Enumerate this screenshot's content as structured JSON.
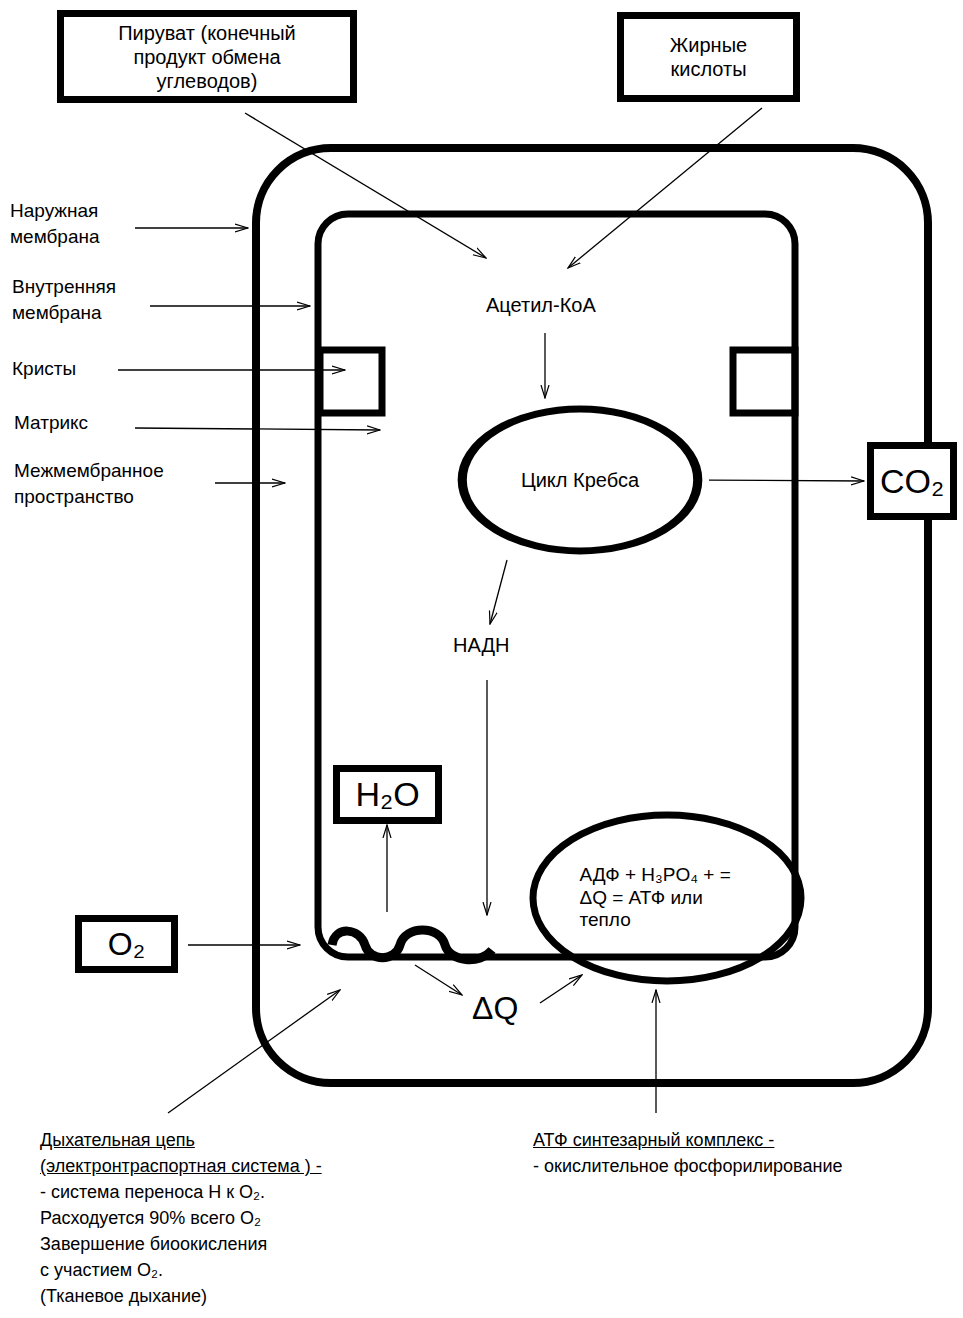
{
  "diagram": {
    "nodes": [
      {
        "text": [
          "Пируват (конечный продукт обмена углеводов)"
        ]
      },
      {
        "text": [
          "Жирные кислоты"
        ]
      },
      {
        "text": [
          "Цикл Кребса"
        ]
      },
      {
        "text": [
          "CO₂"
        ]
      },
      {
        "text": [
          "H₂O"
        ]
      },
      {
        "text": [
          "O₂"
        ]
      },
      {
        "text": [
          "АДФ + H₃PO₄ + = ΔQ = АТФ или тепло"
        ]
      }
    ],
    "edges": [
      {
        "from": 2,
        "to": 3,
        "arrow": "to"
      }
    ],
    "labels": [
      "Наружная мембрана",
      "Внутренняя мембрана",
      "Кристы",
      "Матрикс",
      "Межмембранное пространство",
      "Ацетил-КоА",
      "НАДН",
      "ΔQ",
      "Дыхательная цепь",
      "(электронтраспортная система ) -",
      "- система переноса Н к O₂.",
      "Расходуется 90% всего O₂",
      "Завершение биоокисления",
      "с участием O₂.",
      "(Тканевое дыхание)",
      "АТФ синтезарный комплекс -",
      "- окислительное фосфорилирование"
    ]
  }
}
